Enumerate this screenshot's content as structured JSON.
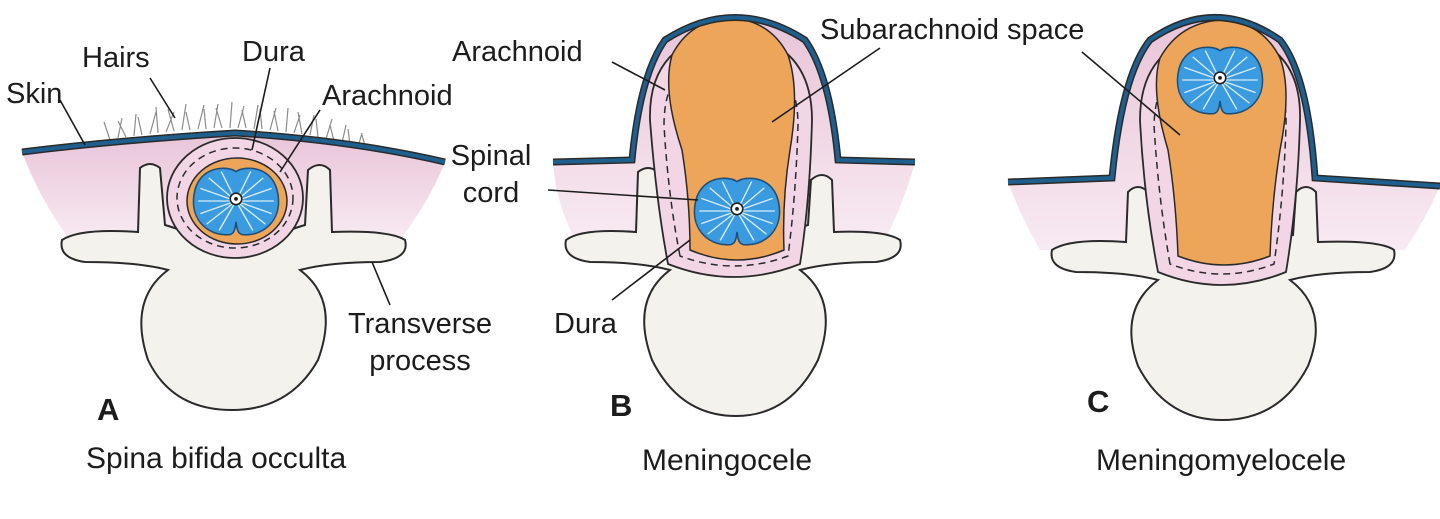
{
  "panels": [
    {
      "letter": "A",
      "caption": "Spina bifida occulta",
      "labels": {
        "skin": "Skin",
        "hairs": "Hairs",
        "dura": "Dura",
        "arachnoid": "Arachnoid",
        "transverse_line1": "Transverse",
        "transverse_line2": "process"
      }
    },
    {
      "letter": "B",
      "caption": "Meningocele",
      "labels": {
        "arachnoid": "Arachnoid",
        "subarachnoid": "Subarachnoid space",
        "spinal_line1": "Spinal",
        "spinal_line2": "cord",
        "dura": "Dura"
      }
    },
    {
      "letter": "C",
      "caption": "Meningomyelocele",
      "labels": {}
    }
  ],
  "colors": {
    "skin_line": "#1e5f8e",
    "subcutis": "#f2d6e6",
    "bone": "#f4f2ec",
    "csf": "#eda55a",
    "cord": "#3a9be0",
    "outline": "#2a2a2a"
  }
}
